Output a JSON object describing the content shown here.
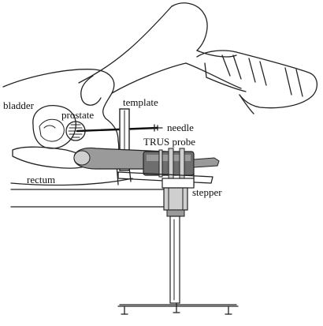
{
  "labels": {
    "bladder": "bladder",
    "prostate": "prostate",
    "template": "template",
    "needle": "needle",
    "trus_probe": "TRUS probe",
    "rectum": "rectum",
    "stepper": "stepper"
  },
  "colors": {
    "line": "#222222",
    "probe_dark": "#6e6e6e",
    "probe_mid": "#9a9a9a",
    "probe_light": "#cfcfcf",
    "stand": "#a8a8a8",
    "background": "#ffffff"
  }
}
